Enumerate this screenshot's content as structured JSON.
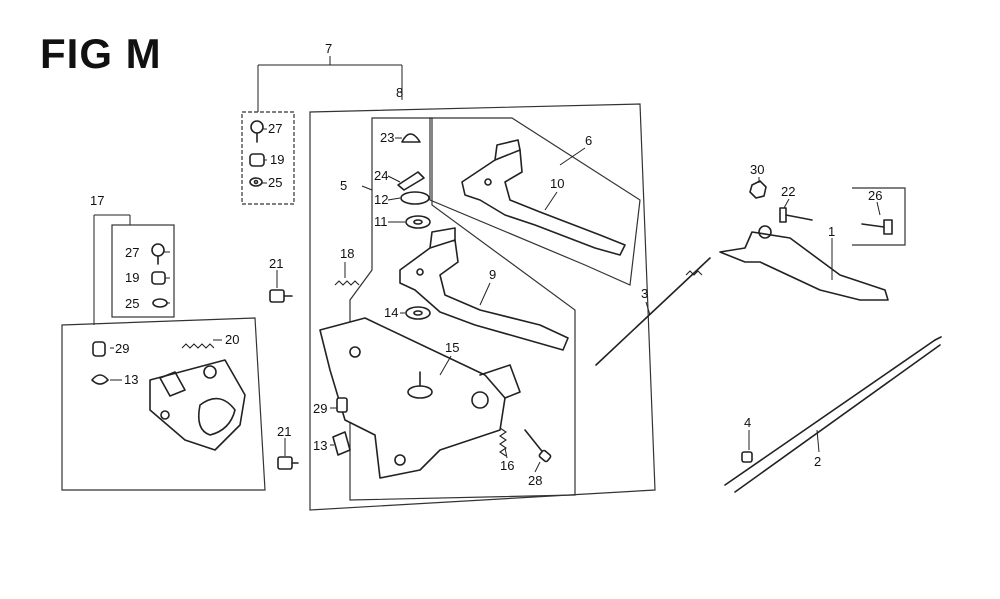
{
  "title": "FIG M",
  "callouts": {
    "c1": "1",
    "c2": "2",
    "c3": "3",
    "c4": "4",
    "c5": "5",
    "c6": "6",
    "c7": "7",
    "c8": "8",
    "c9": "9",
    "c10": "10",
    "c11": "11",
    "c12": "12",
    "c13a": "13",
    "c13b": "13",
    "c14": "14",
    "c15": "15",
    "c16": "16",
    "c17": "17",
    "c18": "18",
    "c19a": "19",
    "c19b": "19",
    "c20": "20",
    "c21a": "21",
    "c21b": "21",
    "c22": "22",
    "c23": "23",
    "c24": "24",
    "c25a": "25",
    "c25b": "25",
    "c26": "26",
    "c27a": "27",
    "c27b": "27",
    "c28": "28",
    "c29a": "29",
    "c29b": "29",
    "c30": "30"
  }
}
